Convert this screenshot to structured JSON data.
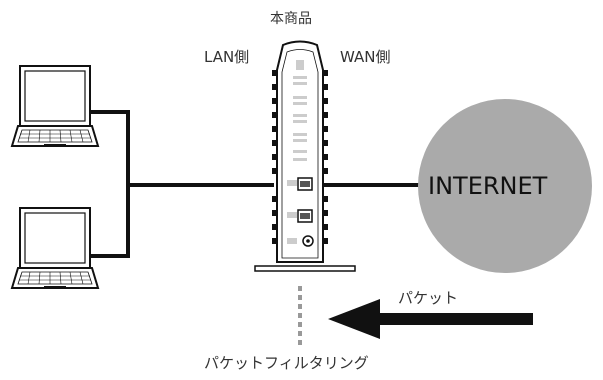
{
  "labels": {
    "device": "本商品",
    "lan_side": "LAN側",
    "wan_side": "WAN側",
    "internet": "INTERNET",
    "packet": "パケット",
    "packet_filtering": "パケットフィルタリング"
  },
  "colors": {
    "cable": "#111111",
    "internet_cloud": "#aaaaaa",
    "arrow": "#111111",
    "filter_line": "#999999",
    "device_outline": "#111111",
    "text": "#333333"
  },
  "icons": {
    "client_1": "laptop-icon",
    "client_2": "laptop-icon",
    "router": "router-icon",
    "internet": "globe-circle"
  }
}
